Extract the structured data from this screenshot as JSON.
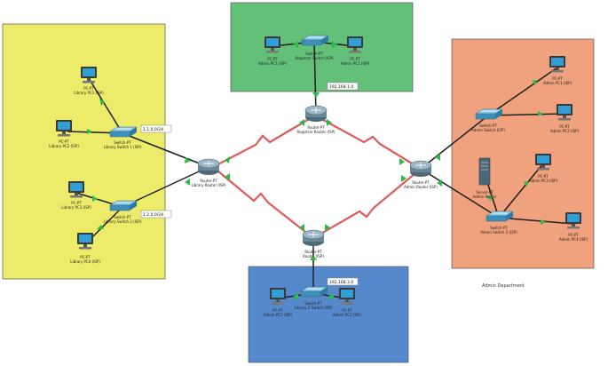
{
  "colors": {
    "zone_left": "#ecec6a",
    "zone_top": "#62c079",
    "zone_right": "#f0a17d",
    "zone_bottom": "#5689cc",
    "wan_link": "#e05a5a",
    "lan_link": "#1f1f1f",
    "port_up": "#2fb84a",
    "router_body": "#6a8798",
    "switch_body": "#3f8fb8",
    "pc_screen": "#2f9fd6"
  },
  "zones": {
    "right_caption": "Admin Department"
  },
  "nodes": {
    "router_left": {
      "icon": "router-icon",
      "label1": "Router-PT",
      "label2": "Library Router (ISP)"
    },
    "router_top": {
      "icon": "router-icon",
      "label1": "Router-PT",
      "label2": "Registrar Router (ISP)"
    },
    "router_right": {
      "icon": "router-icon",
      "label1": "Router-PT",
      "label2": "Admin Router (ISP)"
    },
    "router_bottom": {
      "icon": "router-icon",
      "label1": "Router-PT",
      "label2": "Router (ISP)"
    },
    "switch_left_upper": {
      "icon": "switch-icon",
      "label1": "Switch-PT",
      "label2": "Library Switch 1 (ISP)",
      "tag": "1.1.0.0/24"
    },
    "switch_left_lower": {
      "icon": "switch-icon",
      "label1": "Switch-PT",
      "label2": "Library Switch 2 (ISP)",
      "tag": "1.2.0.0/24"
    },
    "switch_top": {
      "icon": "switch-icon",
      "label1": "Switch-PT",
      "label2": "Registrar Switch (ISP)",
      "tag": "192.168.1.0"
    },
    "switch_right_upper": {
      "icon": "switch-icon",
      "label1": "Switch-PT",
      "label2": "Admin Switch (ISP)"
    },
    "switch_right_lower": {
      "icon": "switch-icon",
      "label1": "Switch-PT",
      "label2": "Admin Switch 2 (ISP)"
    },
    "switch_bottom": {
      "icon": "switch-icon",
      "label1": "Switch-PT",
      "label2": "Library 2 Switch (ISP)",
      "tag": "192.168.3.0"
    },
    "server_right": {
      "icon": "server-icon",
      "label1": "Server-PT",
      "label2": "Admin Server"
    },
    "pc_l1": {
      "icon": "pc-icon",
      "label1": "PC-PT",
      "label2": "Library PC1 (ISP)"
    },
    "pc_l2": {
      "icon": "pc-icon",
      "label1": "PC-PT",
      "label2": "Library PC2 (ISP)"
    },
    "pc_l3": {
      "icon": "pc-icon",
      "label1": "PC-PT",
      "label2": "Library PC3 (ISP)"
    },
    "pc_l4": {
      "icon": "pc-icon",
      "label1": "PC-PT",
      "label2": "Library PC4 (ISP)"
    },
    "pc_t1": {
      "icon": "pc-icon",
      "label1": "PC-PT",
      "label2": "Admin PC1 (ISP)"
    },
    "pc_t2": {
      "icon": "pc-icon",
      "label1": "PC-PT",
      "label2": "Admin PC2 (ISP)"
    },
    "pc_r1": {
      "icon": "pc-icon",
      "label1": "PC-PT",
      "label2": "Admin PC1 (ISP)"
    },
    "pc_r2": {
      "icon": "pc-icon",
      "label1": "PC-PT",
      "label2": "Admin PC2 (ISP)"
    },
    "pc_r3": {
      "icon": "pc-icon",
      "label1": "PC-PT",
      "label2": "Admin PC3 (ISP)"
    },
    "pc_r4": {
      "icon": "pc-icon",
      "label1": "PC-PT",
      "label2": "Admin PC4 (ISP)"
    },
    "pc_b1": {
      "icon": "pc-icon",
      "label1": "PC-PT",
      "label2": "Admin PC1 (ISP)"
    },
    "pc_b2": {
      "icon": "pc-icon",
      "label1": "PC-PT",
      "label2": "Admin PC2 (ISP)"
    }
  }
}
